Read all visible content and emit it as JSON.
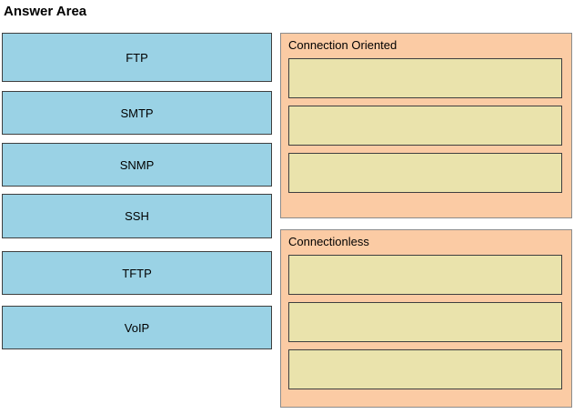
{
  "title": "Answer Area",
  "items": [
    {
      "label": "FTP"
    },
    {
      "label": "SMTP"
    },
    {
      "label": "SNMP"
    },
    {
      "label": "SSH"
    },
    {
      "label": "TFTP"
    },
    {
      "label": "VoIP"
    }
  ],
  "categories": [
    {
      "label": "Connection Oriented",
      "slots": 3
    },
    {
      "label": "Connectionless",
      "slots": 3
    }
  ],
  "colors": {
    "item_bg": "#9AD2E5",
    "panel_bg": "#FBCBA4",
    "slot_bg": "#EAE3AC",
    "border": "#3f3f3f"
  }
}
